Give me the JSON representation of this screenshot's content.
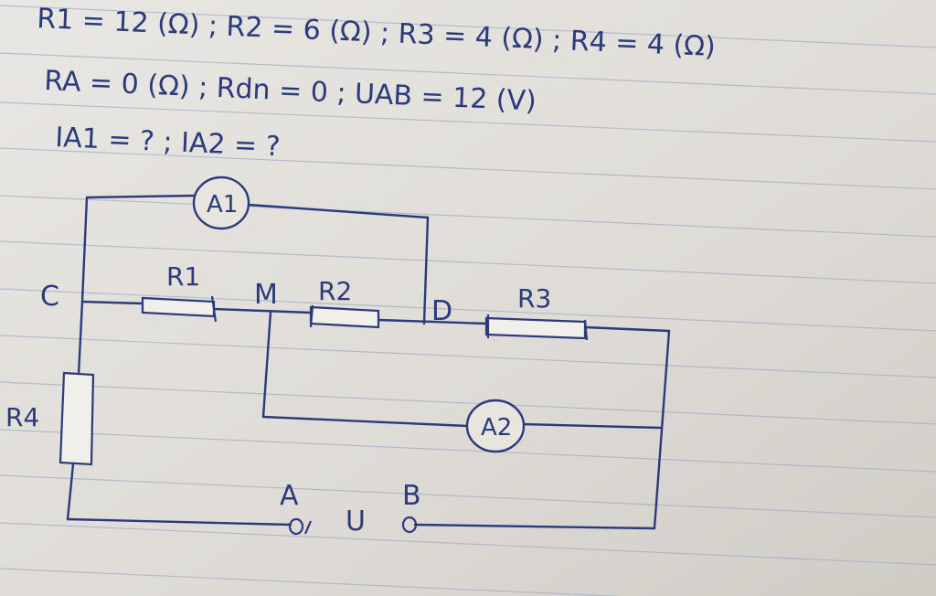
{
  "header": {
    "line1": "R1 = 12 (Ω) ; R2 = 6 (Ω) ; R3 = 4 (Ω) ; R4 = 4 (Ω)",
    "line2": "RA = 0 (Ω) ; Rdn = 0 ; UAB = 12 (V)",
    "line3": "IA1 = ? ; IA2 = ?"
  },
  "circuit": {
    "nodes": {
      "C": "C",
      "M": "M",
      "D": "D",
      "A": "A",
      "B": "B"
    },
    "resistors": {
      "R1": "R1",
      "R2": "R2",
      "R3": "R3",
      "R4": "R4"
    },
    "ammeters": {
      "A1": "A1",
      "A2": "A2"
    },
    "voltage_label": "U"
  },
  "colors": {
    "ink": "#2b3a7a",
    "paper": "#e4e1dc",
    "rule_line": "#9fb0c8"
  }
}
